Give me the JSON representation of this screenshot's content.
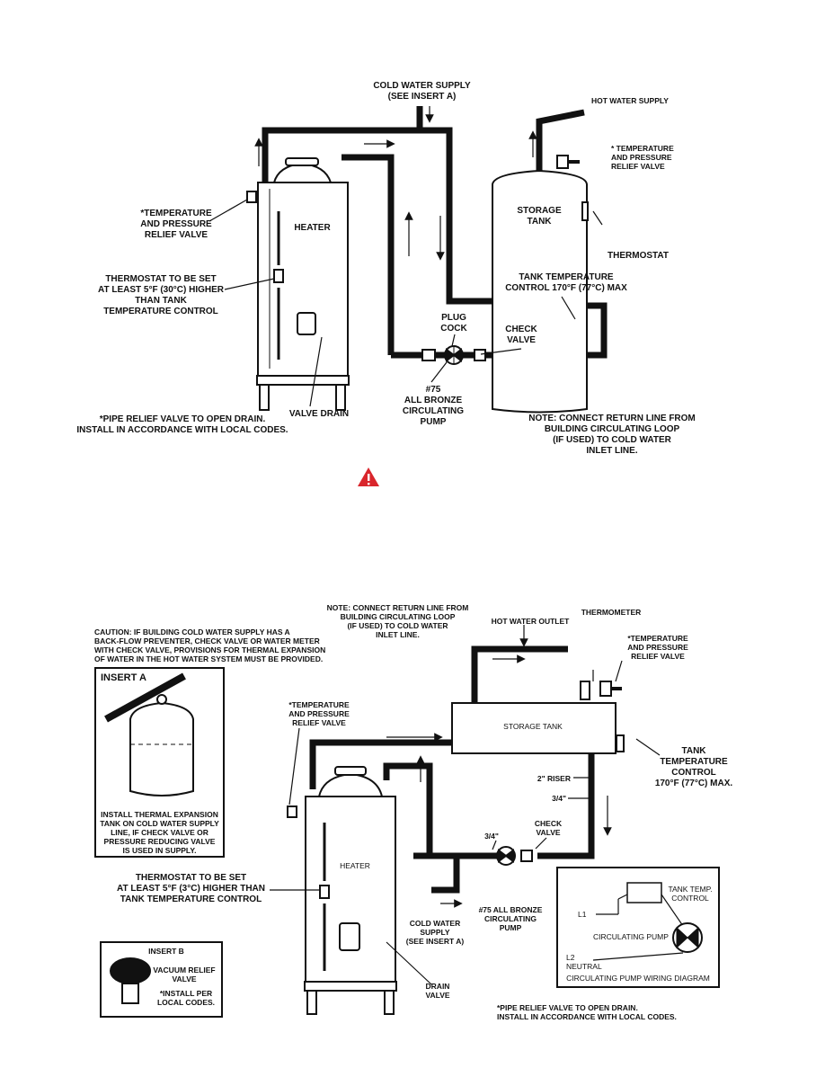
{
  "top": {
    "cold_water_supply": "COLD WATER SUPPLY\n(SEE INSERT A)",
    "hot_water_supply": "HOT WATER SUPPLY",
    "tp_relief_right": "* TEMPERATURE\nAND PRESSURE\nRELIEF VALVE",
    "tp_relief_left": "*TEMPERATURE\nAND PRESSURE\nRELIEF VALVE",
    "heater": "HEATER",
    "storage_tank": "STORAGE\nTANK",
    "thermostat": "THERMOSTAT",
    "thermostat_set": "THERMOSTAT TO BE SET\nAT LEAST 5°F (30°C) HIGHER\nTHAN TANK\nTEMPERATURE CONTROL",
    "tank_temp_control": "TANK TEMPERATURE\nCONTROL 170°F (77°C) MAX",
    "plug_cock": "PLUG\nCOCK",
    "check_valve": "CHECK\nVALVE",
    "pump": "#75\nALL BRONZE\nCIRCULATING\nPUMP",
    "valve_drain": "VALVE DRAIN",
    "pipe_relief": "*PIPE RELIEF VALVE TO OPEN DRAIN.\nINSTALL IN ACCORDANCE WITH LOCAL CODES.",
    "note": "NOTE: CONNECT RETURN LINE FROM\nBUILDING CIRCULATING LOOP\n(IF USED) TO COLD WATER\nINLET LINE."
  },
  "warning_icon": "warning-triangle",
  "warning_color": "#d9262c",
  "bottom": {
    "note": "NOTE: CONNECT RETURN LINE FROM\nBUILDING CIRCULATING LOOP\n(IF USED) TO COLD WATER\nINLET LINE.",
    "hot_water_outlet": "HOT WATER OUTLET",
    "thermometer": "THERMOMETER",
    "tp_relief_right": "*TEMPERATURE\nAND PRESSURE\nRELIEF VALVE",
    "caution": "CAUTION: IF BUILDING COLD WATER SUPPLY HAS A\nBACK-FLOW PREVENTER, CHECK VALVE OR WATER METER\nWITH CHECK VALVE, PROVISIONS FOR THERMAL EXPANSION\nOF WATER IN THE HOT WATER SYSTEM MUST BE PROVIDED.",
    "insert_a": "INSERT A",
    "insert_a_text": "INSTALL THERMAL EXPANSION\nTANK ON COLD WATER SUPPLY\nLINE, IF CHECK VALVE OR\nPRESSURE REDUCING VALVE\nIS USED IN SUPPLY.",
    "tp_relief_left": "*TEMPERATURE\nAND PRESSURE\nRELIEF VALVE",
    "storage_tank": "STORAGE TANK",
    "tank_temp_control": "TANK\nTEMPERATURE\nCONTROL\n170°F (77°C) MAX.",
    "riser": "2\" RISER",
    "three_quarter_a": "3/4\"",
    "three_quarter_b": "3/4\"",
    "check_valve": "CHECK\nVALVE",
    "heater": "HEATER",
    "thermostat_set": "THERMOSTAT TO BE SET\nAT LEAST 5°F (3°C) HIGHER THAN\nTANK TEMPERATURE CONTROL",
    "cold_water_supply": "COLD WATER\nSUPPLY\n(SEE INSERT A)",
    "pump": "#75 ALL BRONZE\nCIRCULATING\nPUMP",
    "insert_b": "INSERT B",
    "vacuum_relief": "VACUUM RELIEF\nVALVE",
    "install_per": "*INSTALL PER\nLOCAL CODES.",
    "drain_valve": "DRAIN\nVALVE",
    "pipe_relief": "*PIPE RELIEF VALVE TO OPEN DRAIN.\nINSTALL IN ACCORDANCE WITH LOCAL CODES.",
    "wiring": {
      "tank_temp_control": "TANK TEMP.\nCONTROL",
      "l1": "L1",
      "circulating_pump": "CIRCULATING PUMP",
      "l2_neutral": "L2\nNEUTRAL",
      "title": "CIRCULATING PUMP WIRING DIAGRAM"
    }
  }
}
